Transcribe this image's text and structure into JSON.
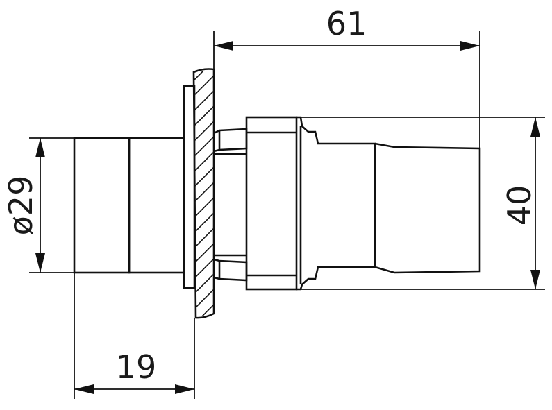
{
  "dimensions": {
    "length": "61",
    "height": "40",
    "diameter": "ø29",
    "depth": "19"
  },
  "colors": {
    "line": "#111111",
    "background": "#ffffff"
  }
}
